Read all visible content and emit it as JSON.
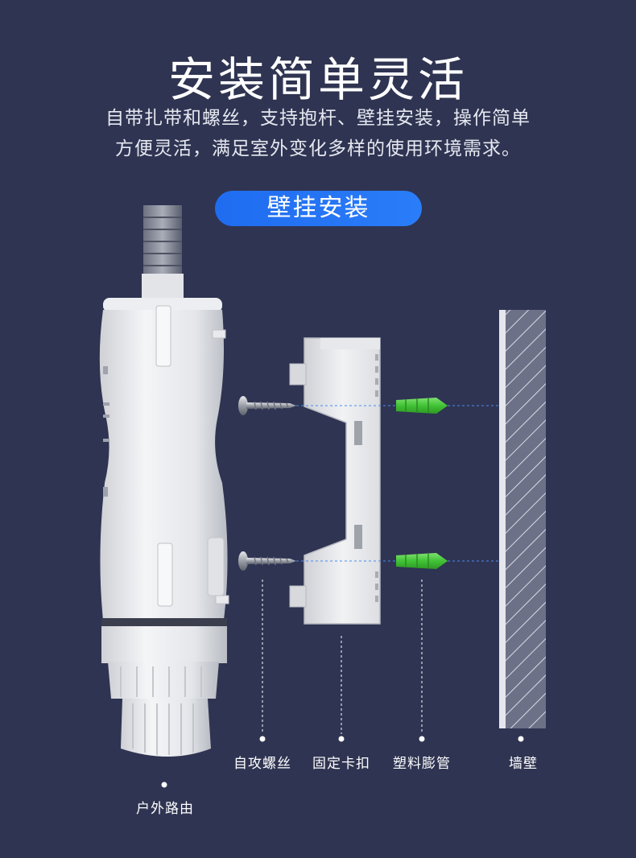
{
  "header": {
    "title": "安装简单灵活",
    "desc_line1": "自带扎带和螺丝，支持抱杆、壁挂安装，操作简单",
    "desc_line2": "方便灵活，满足室外变化多样的使用环境需求。"
  },
  "mode_badge": {
    "label": "壁挂安装"
  },
  "parts": {
    "router": "户外路由",
    "screw": "自攻螺丝",
    "bracket": "固定卡扣",
    "anchor": "塑料膨管",
    "wall": "墙壁"
  },
  "colors": {
    "background": "#2f3452",
    "badge": "#1f6cf0",
    "anchor_green": "#4ccc3f",
    "guide_line": "#4a8cf0"
  }
}
